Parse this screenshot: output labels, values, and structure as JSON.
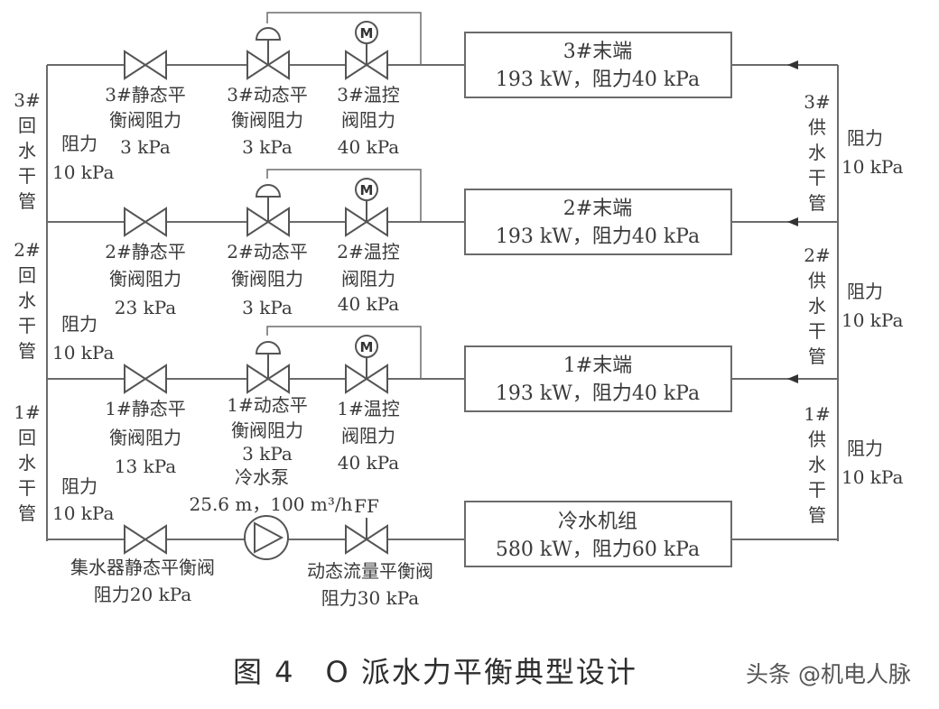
{
  "labels": {
    "t3_name": "3#末端",
    "t3_spec": "193 kW，阻力40 kPa",
    "t2_name": "2#末端",
    "t2_spec": "193 kW，阻力40 kPa",
    "t1_name": "1#末端",
    "t1_spec": "193 kW，阻力40 kPa",
    "ch_name": "冷水机组",
    "ch_spec": "580 kW，阻力60 kPa",
    "sv3_l1": "3#静态平",
    "sv3_l2": "衡阀阻力",
    "sv3_l3": "3 kPa",
    "dv3_l1": "3#动态平",
    "dv3_l2": "衡阀阻力",
    "dv3_l3": "3 kPa",
    "tv3_l1": "3#温控",
    "tv3_l2": "阀阻力",
    "tv3_l3": "40 kPa",
    "sv2_l1": "2#静态平",
    "sv2_l2": "衡阀阻力",
    "sv2_l3": "23 kPa",
    "dv2_l1": "2#动态平",
    "dv2_l2": "衡阀阻力",
    "dv2_l3": "3 kPa",
    "tv2_l1": "2#温控",
    "tv2_l2": "阀阻力",
    "tv2_l3": "40 kPa",
    "sv1_l1": "1#静态平",
    "sv1_l2": "衡阀阻力",
    "sv1_l3": "13 kPa",
    "dv1_l1": "1#动态平",
    "dv1_l2": "衡阀阻力",
    "dv1_l3": "3 kPa",
    "tv1_l1": "1#温控",
    "tv1_l2": "阀阻力",
    "tv1_l3": "40 kPa",
    "pump_l1": "冷水泵",
    "pump_l2": "25.6 m，100 m³/h",
    "ff": "FF",
    "cs_l1": "集水器静态平衡阀",
    "cs_l2": "阻力20 kPa",
    "dfv_l1": "动态流量平衡阀",
    "dfv_l2": "阻力30 kPa",
    "rl3_1": "3#",
    "rl3_2": "回",
    "rl3_3": "水",
    "rl3_4": "干",
    "rl3_5": "管",
    "rl2_1": "2#",
    "rl2_2": "回",
    "rl2_3": "水",
    "rl2_4": "干",
    "rl2_5": "管",
    "rl1_1": "1#",
    "rl1_2": "回",
    "rl1_3": "水",
    "rl1_4": "干",
    "rl1_5": "管",
    "rr3_a": "阻力",
    "rr3_b": "10 kPa",
    "rr2_a": "阻力",
    "rr2_b": "10 kPa",
    "rr1_a": "阻力",
    "rr1_b": "10 kPa",
    "sl3_1": "3#",
    "sl3_2": "供",
    "sl3_3": "水",
    "sl3_4": "干",
    "sl3_5": "管",
    "sl2_1": "2#",
    "sl2_2": "供",
    "sl2_3": "水",
    "sl2_4": "干",
    "sl2_5": "管",
    "sl1_1": "1#",
    "sl1_2": "供",
    "sl1_3": "水",
    "sl1_4": "干",
    "sl1_5": "管",
    "sr3_a": "阻力",
    "sr3_b": "10 kPa",
    "sr2_a": "阻力",
    "sr2_b": "10 kPa",
    "sr1_a": "阻力",
    "sr1_b": "10 kPa",
    "motor_symbol": "M"
  },
  "caption": "图 4　O 派水力平衡典型设计",
  "watermark": "头条 @机电人脉",
  "colors": {
    "line": "#6b6b6b",
    "text": "#3a3a3a"
  }
}
